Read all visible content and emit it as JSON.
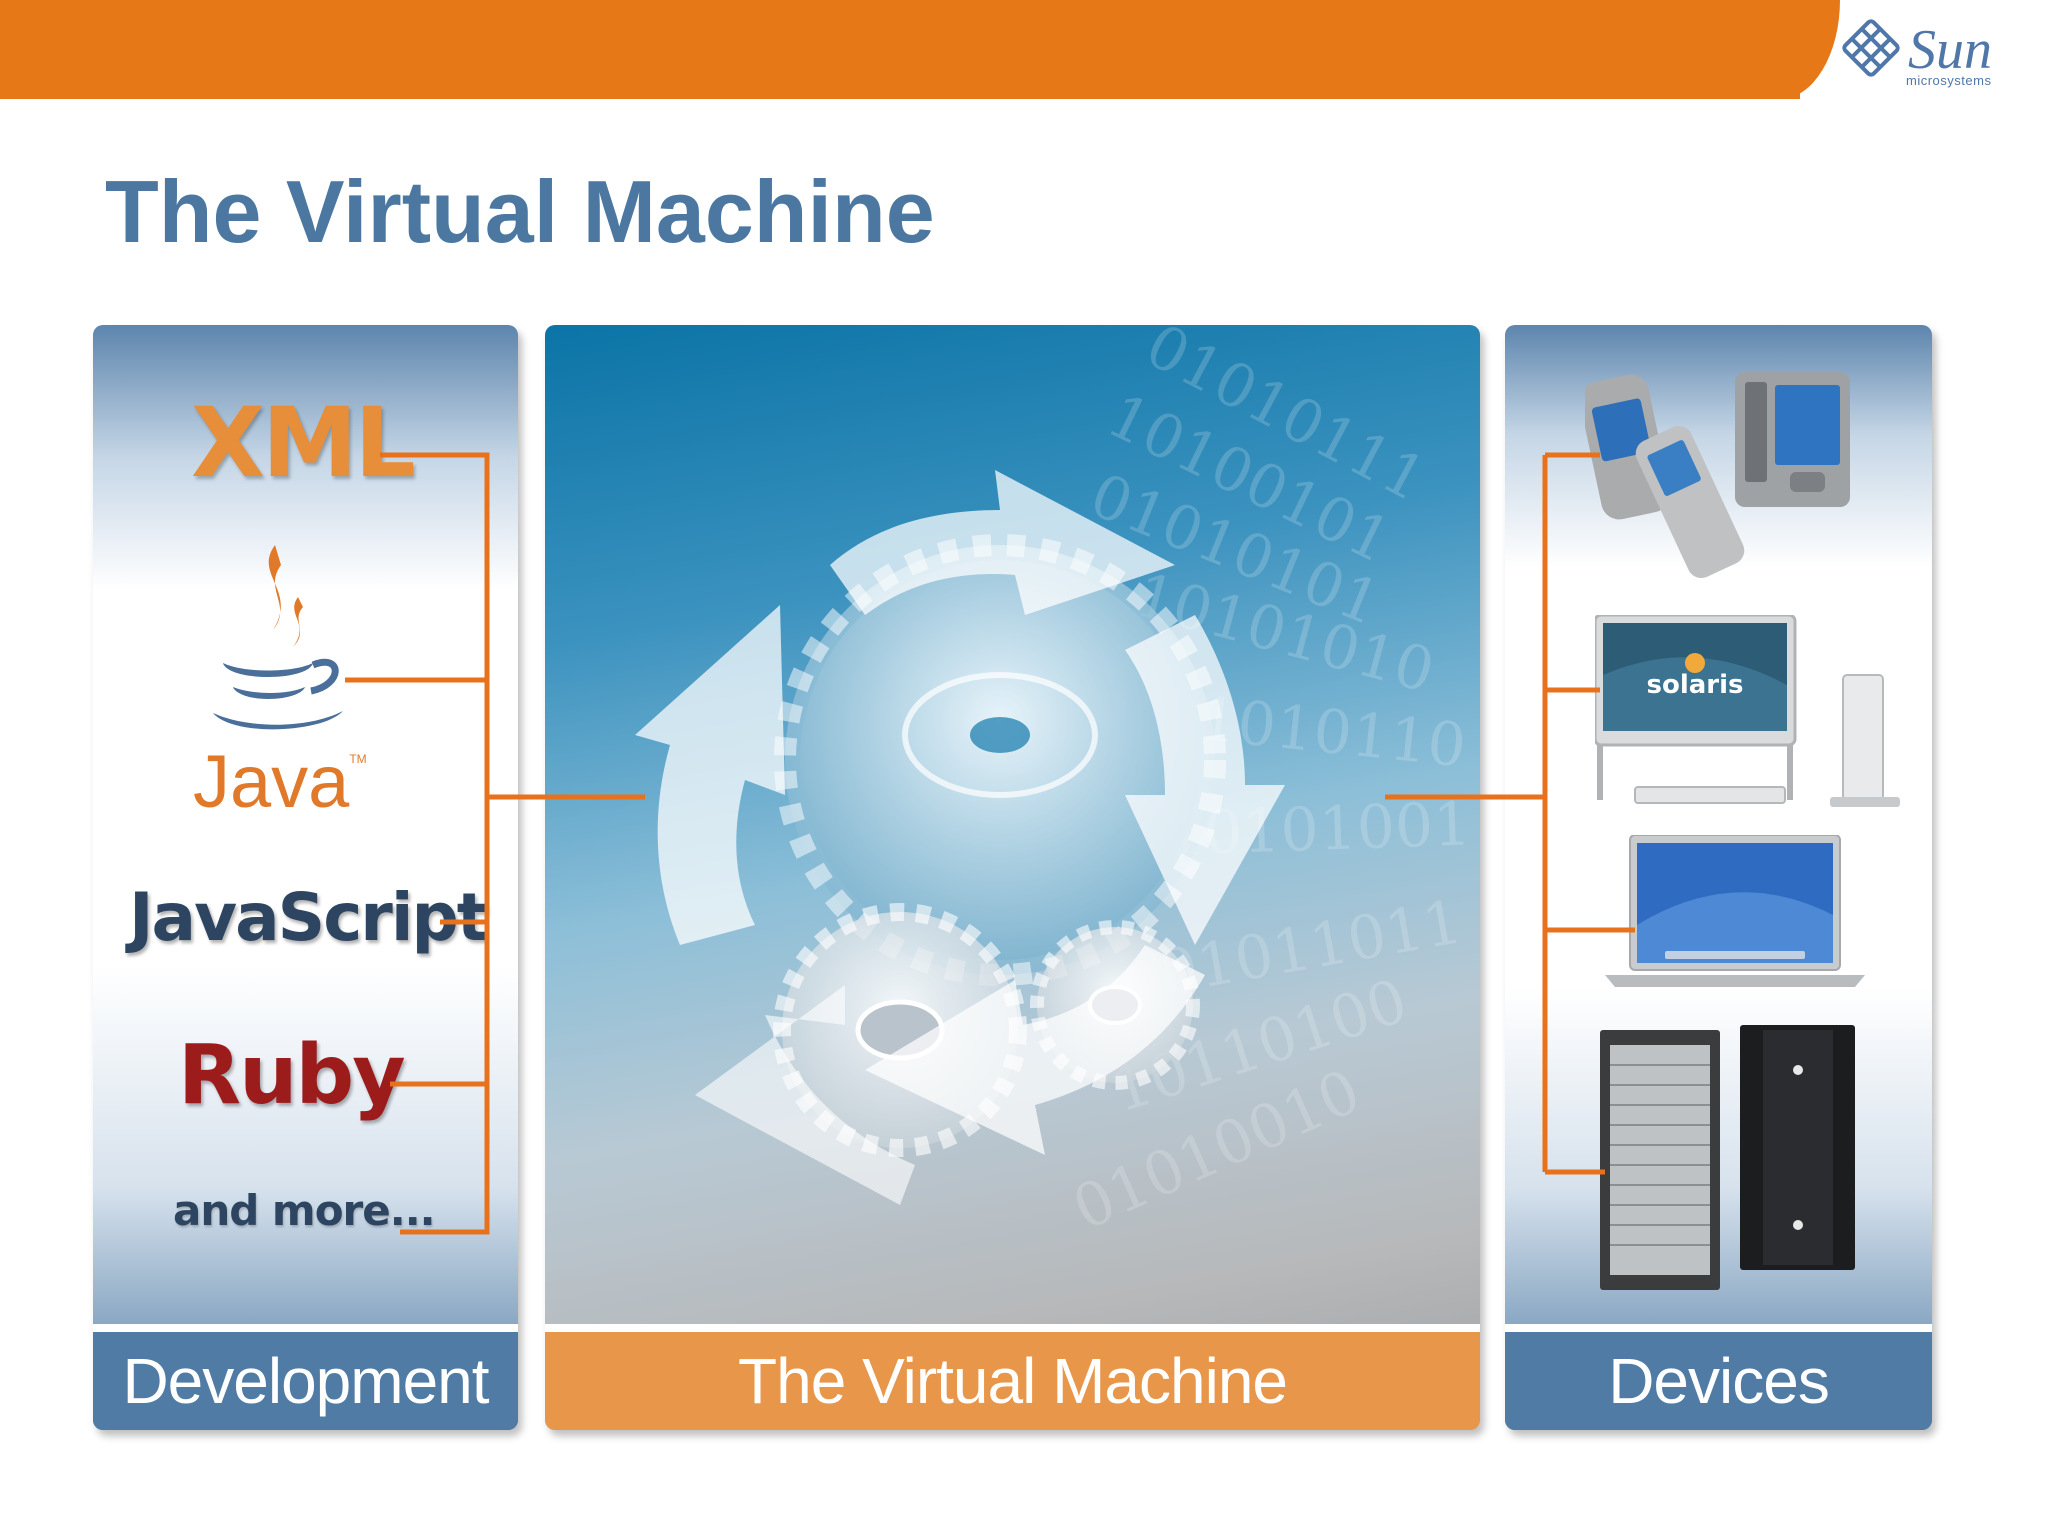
{
  "header": {
    "logo_word": "Sun",
    "logo_sub": "microsystems"
  },
  "title": "The Virtual Machine",
  "development": {
    "languages": [
      "XML",
      "Java",
      "JavaScript",
      "Ruby",
      "and more..."
    ],
    "footer": "Development"
  },
  "virtual_machine": {
    "footer": "The Virtual Machine",
    "binary_lines": [
      "01010111",
      "10100101",
      "01010101",
      "10101010",
      "01010110",
      "10101001",
      "01011011",
      "10110100",
      "01010010"
    ]
  },
  "devices": {
    "items": [
      "phones",
      "desktop",
      "laptop",
      "servers"
    ],
    "screen_text": "solaris",
    "footer": "Devices"
  },
  "colors": {
    "orange": "#e67817",
    "blue": "#4f7ba4",
    "title_blue": "#4b77a0",
    "connector": "#e8711c"
  }
}
